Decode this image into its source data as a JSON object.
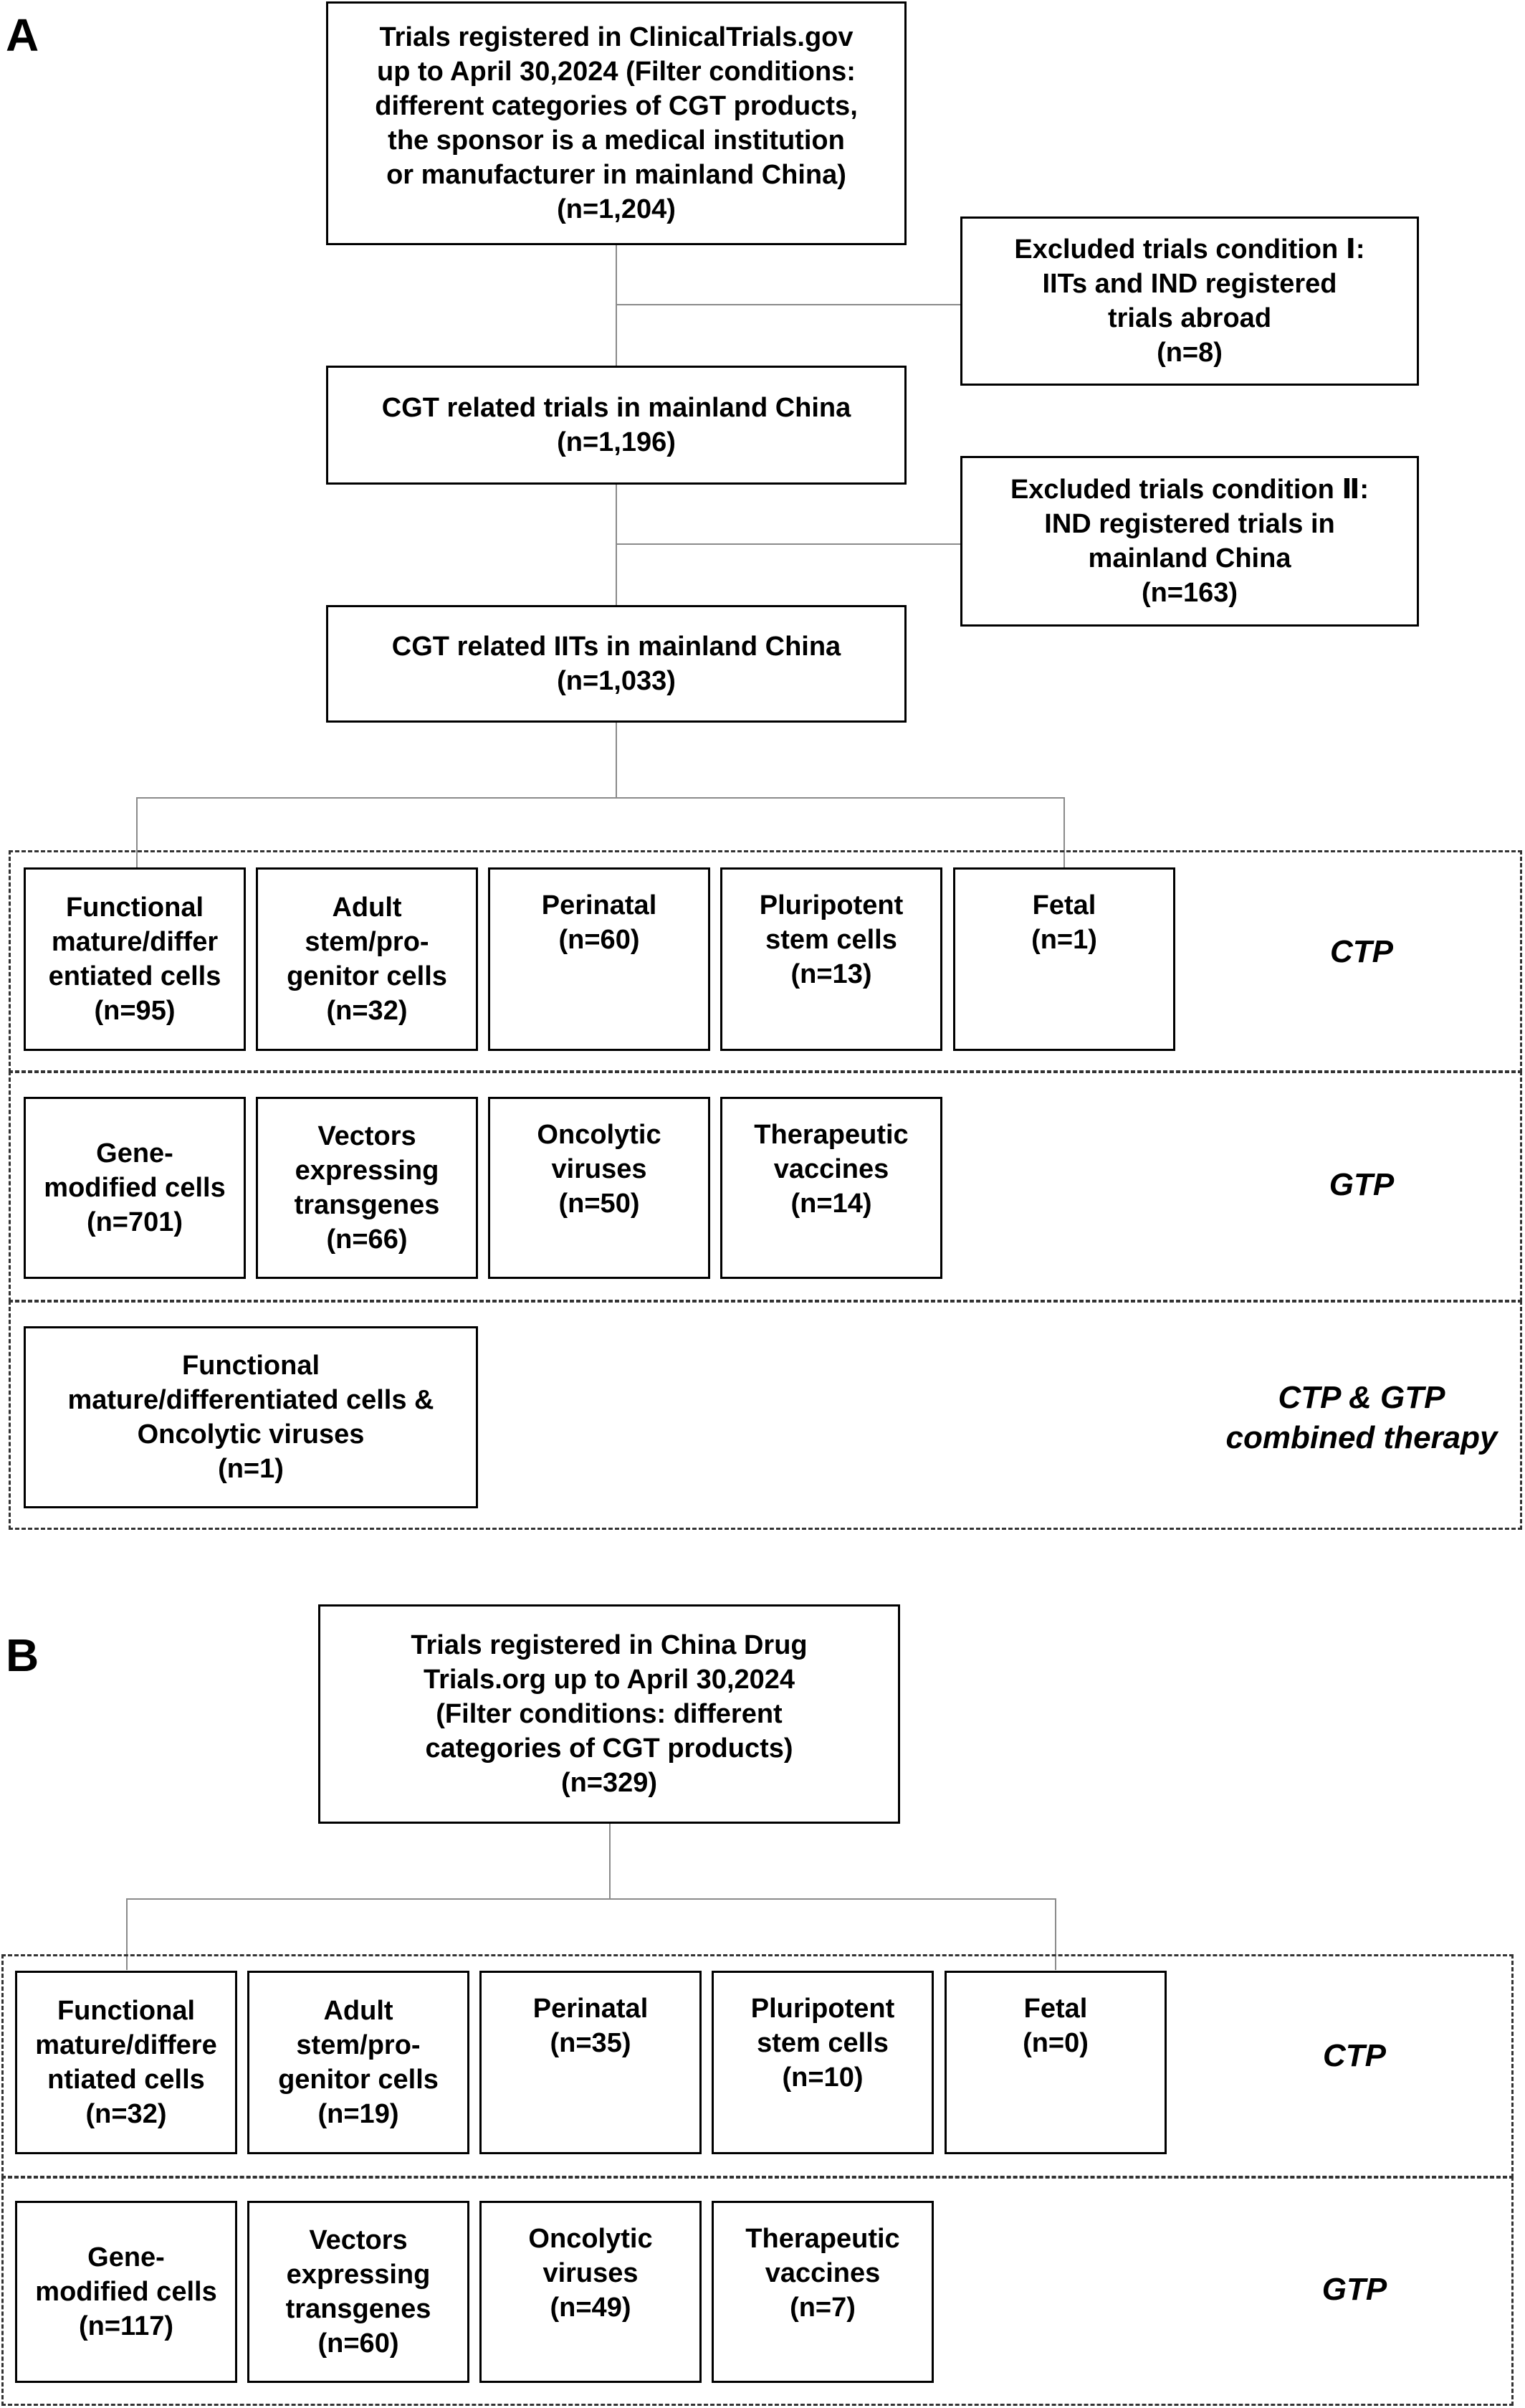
{
  "panel_a": {
    "label": "A",
    "top_box": "Trials registered in ClinicalTrials.gov\nup to April 30,2024 (Filter conditions:\ndifferent categories of CGT products,\nthe sponsor is a medical institution\nor manufacturer in mainland China)\n(n=1,204)",
    "excluded_1": "Excluded trials condition Ⅰ:\nIITs and IND registered\ntrials abroad\n(n=8)",
    "cgt_related": "CGT related trials in mainland China\n(n=1,196)",
    "excluded_2": "Excluded trials condition Ⅱ:\nIND registered trials in\nmainland China\n(n=163)",
    "cgt_iits": "CGT related IITs in mainland China\n(n=1,033)",
    "ctp_label": "CTP",
    "ctp_items": [
      "Functional\nmature/differ\nentiated cells\n(n=95)",
      "Adult\nstem/pro-\ngenitor cells\n(n=32)",
      "Perinatal\n(n=60)",
      "Pluripotent\nstem cells\n(n=13)",
      "Fetal\n(n=1)"
    ],
    "gtp_label": "GTP",
    "gtp_items": [
      "Gene-\nmodified cells\n(n=701)",
      "Vectors\nexpressing\ntransgenes\n(n=66)",
      "Oncolytic\nviruses\n(n=50)",
      "Therapeutic\nvaccines\n(n=14)"
    ],
    "combined_label": "CTP & GTP\ncombined therapy",
    "combined_item": "Functional\nmature/differentiated cells &\nOncolytic viruses\n(n=1)"
  },
  "panel_b": {
    "label": "B",
    "top_box": "Trials registered in China Drug\nTrials.org up to April 30,2024\n(Filter conditions: different\ncategories of CGT products)\n(n=329)",
    "ctp_label": "CTP",
    "ctp_items": [
      "Functional\nmature/differe\nntiated cells\n(n=32)",
      "Adult\nstem/pro-\ngenitor cells\n(n=19)",
      "Perinatal\n(n=35)",
      "Pluripotent\nstem cells\n(n=10)",
      "Fetal\n(n=0)"
    ],
    "gtp_label": "GTP",
    "gtp_items": [
      "Gene-\nmodified cells\n(n=117)",
      "Vectors\nexpressing\ntransgenes\n(n=60)",
      "Oncolytic\nviruses\n(n=49)",
      "Therapeutic\nvaccines\n(n=7)"
    ]
  }
}
